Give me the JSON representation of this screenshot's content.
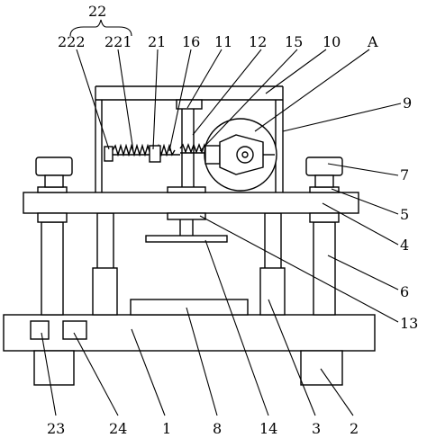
{
  "labels": {
    "l22": "22",
    "l222": "222",
    "l221": "221",
    "l21": "21",
    "l16": "16",
    "l11": "11",
    "l12": "12",
    "l15": "15",
    "l10": "10",
    "lA": "A",
    "l9": "9",
    "l7": "7",
    "l5": "5",
    "l4": "4",
    "l6": "6",
    "l13": "13",
    "l23": "23",
    "l24": "24",
    "l1": "1",
    "l8": "8",
    "l14": "14",
    "l3": "3",
    "l2": "2"
  }
}
